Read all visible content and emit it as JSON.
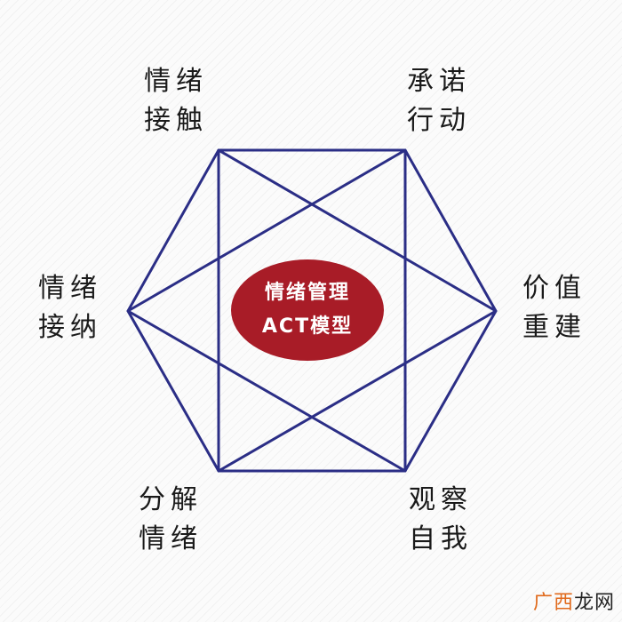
{
  "center": {
    "line1": "情绪管理",
    "line2": "ACT模型"
  },
  "nodes": {
    "top_left": {
      "line1": "情绪",
      "line2": "接触"
    },
    "top_right": {
      "line1": "承诺",
      "line2": "行动"
    },
    "left": {
      "line1": "情绪",
      "line2": "接纳"
    },
    "right": {
      "line1": "价值",
      "line2": "重建"
    },
    "bottom_left": {
      "line1": "分解",
      "line2": "情绪"
    },
    "bottom_right": {
      "line1": "观察",
      "line2": "自我"
    }
  },
  "watermark": {
    "part1": "广西",
    "part2": "龙网"
  },
  "colors": {
    "line": "#2b2e86",
    "ellipse": "#a81c27",
    "text": "#1a1a1a"
  }
}
